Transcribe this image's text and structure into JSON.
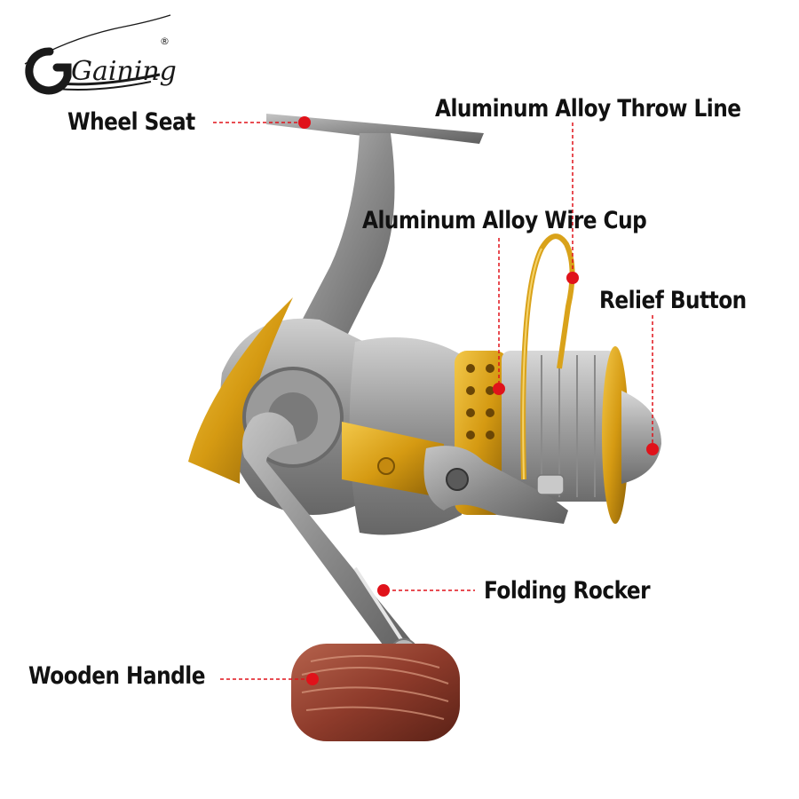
{
  "brand": {
    "logo_text": "Gaining",
    "registered_mark": "®",
    "logo_color": "#1a1a1a"
  },
  "callouts": {
    "wheel_seat": "Wheel Seat",
    "throw_line": "Aluminum Alloy Throw Line",
    "wire_cup": "Aluminum Alloy Wire Cup",
    "relief_button": "Relief Button",
    "folding_rocker": "Folding Rocker",
    "wooden_handle": "Wooden Handle"
  },
  "colors": {
    "marker": "#e0121a",
    "leader_line": "#e0121a",
    "reel_body": "#8c8c8c",
    "reel_gold": "#d9a21a",
    "handle_wood": "#8e3b2b"
  },
  "icons": {
    "product": "spinning-fishing-reel-photo",
    "marker": "red-dot-marker"
  }
}
